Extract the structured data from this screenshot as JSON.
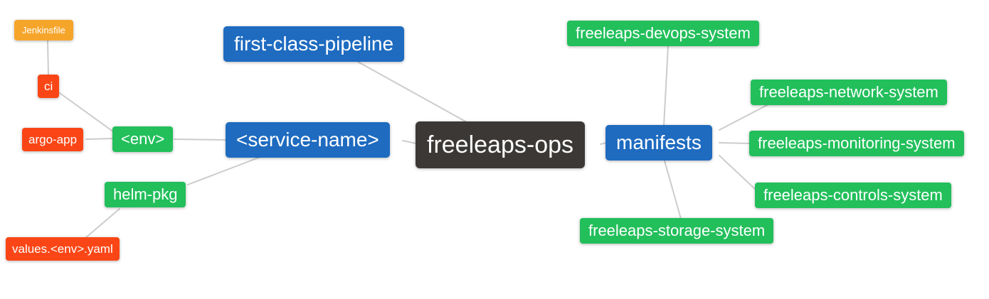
{
  "diagram": {
    "type": "mindmap",
    "background_color": "#FFFFFF",
    "edge_color": "#CCCCCC",
    "node_text_color": "#FFFFFF",
    "level_colors": {
      "root": "#3B3836",
      "level1_blue": "#1E6BC0",
      "level2_green": "#22BF5B",
      "level3_red": "#FA4616",
      "level4_orange": "#F6A52B"
    },
    "nodes": {
      "freeleaps_ops": {
        "label": "freeleaps-ops",
        "level": "root"
      },
      "first_class_pipeline": {
        "label": "first-class-pipeline",
        "level": "level1_blue"
      },
      "service_name": {
        "label": "<service-name>",
        "level": "level1_blue"
      },
      "manifests": {
        "label": "manifests",
        "level": "level1_blue"
      },
      "env": {
        "label": "<env>",
        "level": "level2_green"
      },
      "helm_pkg": {
        "label": "helm-pkg",
        "level": "level2_green"
      },
      "devops_system": {
        "label": "freeleaps-devops-system",
        "level": "level2_green"
      },
      "network_system": {
        "label": "freeleaps-network-system",
        "level": "level2_green"
      },
      "monitoring_system": {
        "label": "freeleaps-monitoring-system",
        "level": "level2_green"
      },
      "controls_system": {
        "label": "freeleaps-controls-system",
        "level": "level2_green"
      },
      "storage_system": {
        "label": "freeleaps-storage-system",
        "level": "level2_green"
      },
      "ci": {
        "label": "ci",
        "level": "level3_red"
      },
      "argo_app": {
        "label": "argo-app",
        "level": "level3_red"
      },
      "values_env_yaml": {
        "label": "values.<env>.yaml",
        "level": "level3_red"
      },
      "jenkinsfile": {
        "label": "Jenkinsfile",
        "level": "level4_orange"
      }
    },
    "edges": [
      {
        "from": "jenkinsfile",
        "to": "ci"
      },
      {
        "from": "ci",
        "to": "env"
      },
      {
        "from": "argo_app",
        "to": "env"
      },
      {
        "from": "env",
        "to": "service_name"
      },
      {
        "from": "helm_pkg",
        "to": "service_name"
      },
      {
        "from": "values_env_yaml",
        "to": "helm_pkg"
      },
      {
        "from": "first_class_pipeline",
        "to": "freeleaps_ops"
      },
      {
        "from": "service_name",
        "to": "freeleaps_ops"
      },
      {
        "from": "freeleaps_ops",
        "to": "manifests"
      },
      {
        "from": "manifests",
        "to": "devops_system"
      },
      {
        "from": "manifests",
        "to": "network_system"
      },
      {
        "from": "manifests",
        "to": "monitoring_system"
      },
      {
        "from": "manifests",
        "to": "controls_system"
      },
      {
        "from": "manifests",
        "to": "storage_system"
      }
    ]
  }
}
